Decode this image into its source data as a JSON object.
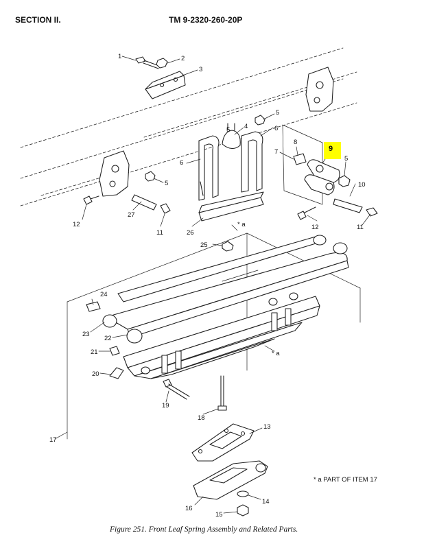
{
  "header": {
    "section": "SECTION II.",
    "tm_number": "TM 9-2320-260-20P"
  },
  "highlighted_item": "9",
  "callouts": [
    "1",
    "2",
    "3",
    "4",
    "5",
    "5",
    "5",
    "5",
    "6",
    "6",
    "7",
    "8",
    "10",
    "11",
    "11",
    "12",
    "12",
    "13",
    "14",
    "15",
    "16",
    "17",
    "18",
    "19",
    "20",
    "21",
    "22",
    "23",
    "24",
    "25",
    "26",
    "27"
  ],
  "part_of_note": "* a  PART OF ITEM 17",
  "star_marker": "* a",
  "caption": "Figure 251. Front Leaf Spring Assembly and Related Parts."
}
